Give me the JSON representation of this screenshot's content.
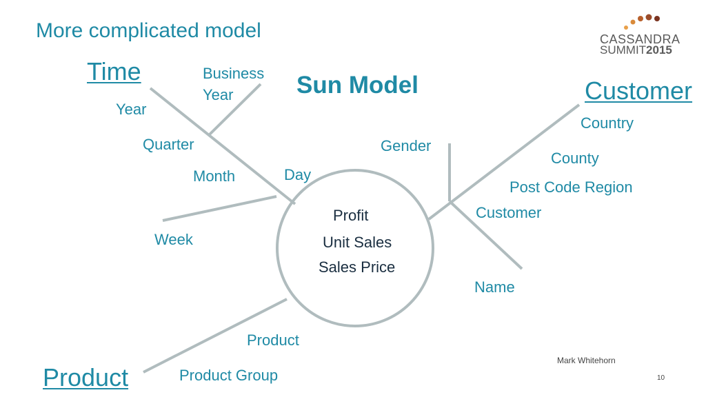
{
  "slide": {
    "title": "More complicated model",
    "heading": "Sun Model",
    "author": "Mark Whitehorn",
    "page_number": "10"
  },
  "logo": {
    "line1": "CASSANDRA",
    "line2_text": "SUMMIT",
    "line2_year": "2015",
    "dot_colors": [
      "#e8a04a",
      "#c9772e",
      "#9b4c2a",
      "#7a3320"
    ]
  },
  "fact_table": {
    "measures": [
      "Profit",
      "Unit Sales",
      "Sales Price"
    ]
  },
  "dimensions": {
    "time": {
      "name": "Time",
      "levels": [
        "Year",
        "Business Year",
        "Quarter",
        "Month",
        "Day",
        "Week"
      ]
    },
    "customer": {
      "name": "Customer",
      "levels": [
        "Country",
        "County",
        "Post Code Region",
        "Gender",
        "Customer",
        "Name"
      ]
    },
    "product": {
      "name": "Product",
      "levels": [
        "Product",
        "Product Group"
      ]
    }
  },
  "colors": {
    "accent": "#1f8aa5",
    "line": "#b0bcbe",
    "fact_text": "#1a2e40"
  }
}
